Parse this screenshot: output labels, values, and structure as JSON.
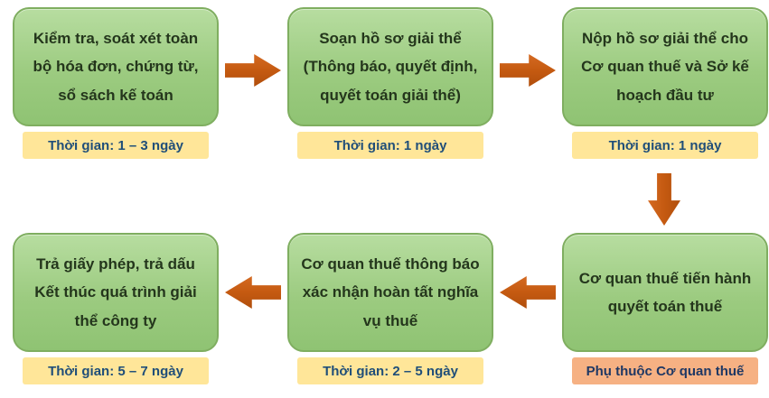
{
  "colors": {
    "box_fill_top": "#b7dda0",
    "box_fill_bottom": "#8fc373",
    "box_border": "#7fae60",
    "box_text": "#24361c",
    "time_label_bg": "#ffe699",
    "time_label_text": "#1f4e79",
    "dependent_label_bg": "#f6b183",
    "dependent_label_text": "#1f3864",
    "arrow": "#c55a11",
    "background": "#ffffff"
  },
  "diagram": {
    "steps": [
      {
        "text": "Kiểm tra, soát xét toàn\nbộ hóa đơn, chứng từ,\nsổ sách kế toán",
        "label": "Thời gian: 1 – 3 ngày",
        "label_variant": "time"
      },
      {
        "text": "Soạn hồ sơ giải thể\n(Thông báo, quyết định,\nquyết toán giải thể)",
        "label": "Thời gian: 1 ngày",
        "label_variant": "time"
      },
      {
        "text": "Nộp hồ sơ giải thể cho\nCơ quan thuế và Sở kế\nhoạch đầu tư",
        "label": "Thời gian: 1 ngày",
        "label_variant": "time"
      },
      {
        "text": "Cơ quan thuế tiến hành\nquyết toán thuế",
        "label": "Phụ thuộc Cơ quan thuế",
        "label_variant": "dependent"
      },
      {
        "text": "Cơ quan thuế thông báo\nxác nhận hoàn tất nghĩa\nvụ thuế",
        "label": "Thời gian: 2 – 5 ngày",
        "label_variant": "time"
      },
      {
        "text": "Trả giấy phép, trả dấu\nKết thúc quá trình giải\nthể công ty",
        "label": "Thời gian: 5 – 7 ngày",
        "label_variant": "time"
      }
    ],
    "flow": [
      "step-1 to step-2 (right)",
      "step-2 to step-3 (right)",
      "step-3 to step-4 (down)",
      "step-4 to step-5 (left)",
      "step-5 to step-6 (left)"
    ]
  }
}
